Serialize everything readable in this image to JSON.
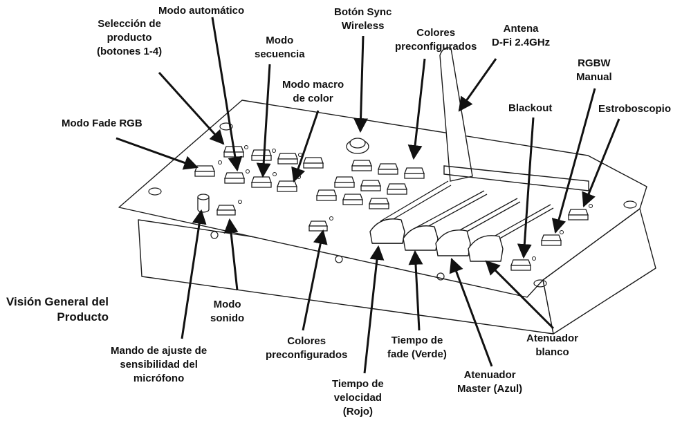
{
  "title": [
    "Visión General del",
    "Producto"
  ],
  "labels": {
    "modo_automatico": [
      "Modo automático"
    ],
    "seleccion_producto": [
      "Selección de",
      "producto",
      "(botones 1-4)"
    ],
    "boton_sync": [
      "Botón Sync",
      "Wireless"
    ],
    "colores_preconfigurados_top": [
      "Colores",
      "preconfigurados"
    ],
    "antena": [
      "Antena",
      "D-Fi 2.4GHz"
    ],
    "modo_secuencia": [
      "Modo",
      "secuencia"
    ],
    "modo_macro_color": [
      "Modo macro",
      "de color"
    ],
    "rgbw_manual": [
      "RGBW",
      "Manual"
    ],
    "blackout": [
      "Blackout"
    ],
    "estroboscopio": [
      "Estroboscopio"
    ],
    "modo_fade_rgb": [
      "Modo Fade RGB"
    ],
    "modo_sonido": [
      "Modo",
      "sonido"
    ],
    "colores_preconfigurados_bottom": [
      "Colores",
      "preconfigurados"
    ],
    "tiempo_fade": [
      "Tiempo de",
      "fade (Verde)"
    ],
    "atenuador_blanco": [
      "Atenuador",
      "blanco"
    ],
    "mando_ajuste": [
      "Mando de ajuste de",
      "sensibilidad del",
      "micrófono"
    ],
    "atenuador_master": [
      "Atenuador",
      "Master (Azul)"
    ],
    "tiempo_velocidad": [
      "Tiempo de",
      "velocidad",
      "(Rojo)"
    ]
  },
  "colors": {
    "ink": "#111111",
    "line": "#1a1a1a",
    "panel": "#ffffff"
  }
}
